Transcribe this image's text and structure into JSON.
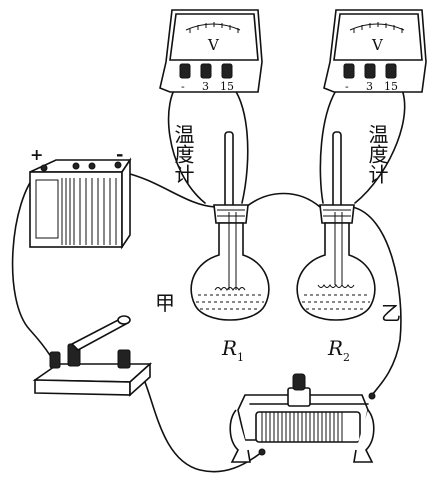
{
  "voltmeters": [
    {
      "symbol": "V",
      "terminals": [
        "-",
        "3",
        "15"
      ]
    },
    {
      "symbol": "V",
      "terminals": [
        "-",
        "3",
        "15"
      ]
    }
  ],
  "thermometers": [
    {
      "label": "温度计"
    },
    {
      "label": "温度计"
    }
  ],
  "flasks": [
    {
      "name": "甲",
      "resistor": "R",
      "subscript": "1"
    },
    {
      "name": "乙",
      "resistor": "R",
      "subscript": "2"
    }
  ],
  "battery": {
    "positive": "+",
    "negative": "-"
  }
}
